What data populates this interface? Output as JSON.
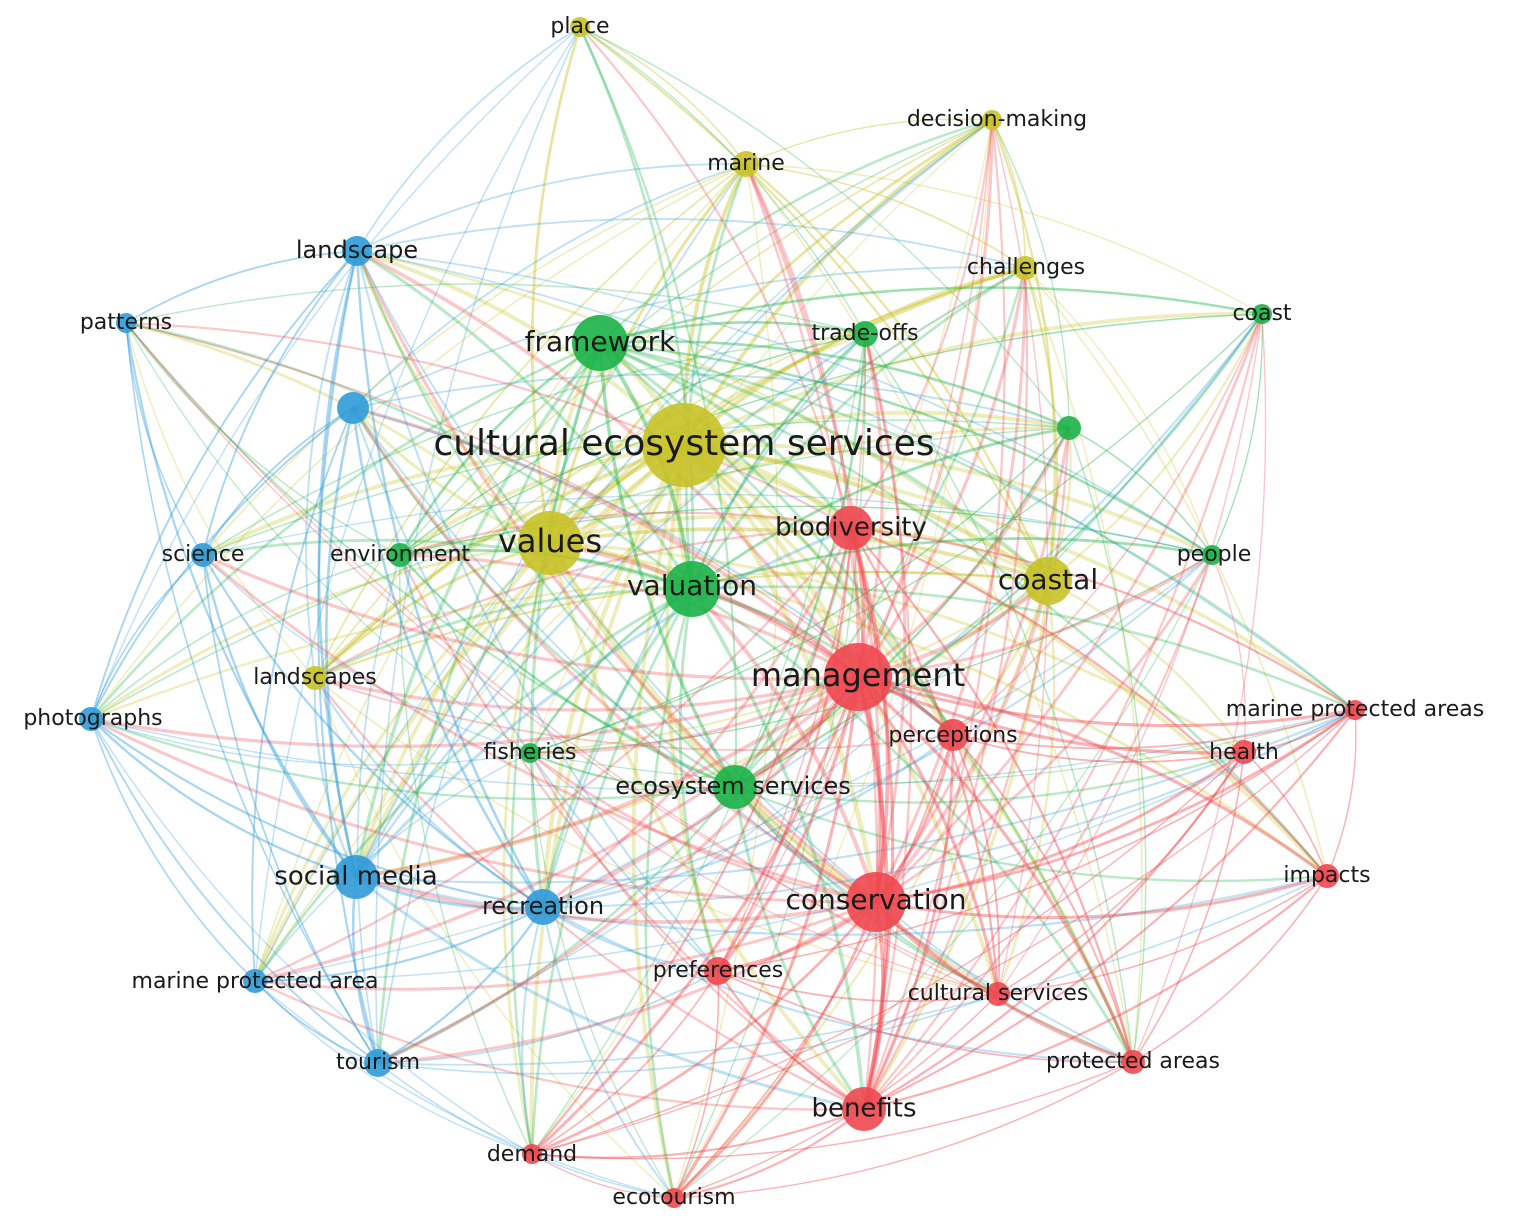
{
  "colors": {
    "red": "#f0474f",
    "green": "#1bb248",
    "blue": "#2f9bd8",
    "yellow": "#c8c227"
  },
  "nodes": [
    {
      "id": "cultural-ecosystem-services",
      "label": "cultural ecosystem services",
      "cluster": "yellow",
      "weight": 10
    },
    {
      "id": "values",
      "label": "values",
      "cluster": "yellow",
      "weight": 7
    },
    {
      "id": "coastal",
      "label": "coastal",
      "cluster": "yellow",
      "weight": 5
    },
    {
      "id": "place",
      "label": "place",
      "cluster": "yellow",
      "weight": 2
    },
    {
      "id": "decision-making",
      "label": "decision-making",
      "cluster": "yellow",
      "weight": 2
    },
    {
      "id": "marine",
      "label": "marine",
      "cluster": "yellow",
      "weight": 2.5
    },
    {
      "id": "challenges",
      "label": "challenges",
      "cluster": "yellow",
      "weight": 2.5
    },
    {
      "id": "landscapes",
      "label": "landscapes",
      "cluster": "yellow",
      "weight": 2.5
    },
    {
      "id": "framework",
      "label": "framework",
      "cluster": "green",
      "weight": 6
    },
    {
      "id": "trade-offs",
      "label": "trade-offs",
      "cluster": "green",
      "weight": 2.5
    },
    {
      "id": "coast",
      "label": "coast",
      "cluster": "green",
      "weight": 2
    },
    {
      "id": "green-unlabeled",
      "label": "",
      "cluster": "green",
      "weight": 2.5
    },
    {
      "id": "people",
      "label": "people",
      "cluster": "green",
      "weight": 2
    },
    {
      "id": "environment",
      "label": "environment",
      "cluster": "green",
      "weight": 2.5
    },
    {
      "id": "valuation",
      "label": "valuation",
      "cluster": "green",
      "weight": 6.5
    },
    {
      "id": "fisheries",
      "label": "fisheries",
      "cluster": "green",
      "weight": 2
    },
    {
      "id": "ecosystem-services",
      "label": "ecosystem services",
      "cluster": "green",
      "weight": 5
    },
    {
      "id": "landscape",
      "label": "landscape",
      "cluster": "blue",
      "weight": 3.5
    },
    {
      "id": "patterns",
      "label": "patterns",
      "cluster": "blue",
      "weight": 2
    },
    {
      "id": "blue-unlabeled",
      "label": "",
      "cluster": "blue",
      "weight": 3.5
    },
    {
      "id": "science",
      "label": "science",
      "cluster": "blue",
      "weight": 2.5
    },
    {
      "id": "photographs",
      "label": "photographs",
      "cluster": "blue",
      "weight": 2.5
    },
    {
      "id": "social-media",
      "label": "social media",
      "cluster": "blue",
      "weight": 5
    },
    {
      "id": "recreation",
      "label": "recreation",
      "cluster": "blue",
      "weight": 4.5
    },
    {
      "id": "marine-protected-area",
      "label": "marine protected area",
      "cluster": "blue",
      "weight": 2.5
    },
    {
      "id": "tourism",
      "label": "tourism",
      "cluster": "blue",
      "weight": 3
    },
    {
      "id": "biodiversity",
      "label": "biodiversity",
      "cluster": "red",
      "weight": 5
    },
    {
      "id": "management",
      "label": "management",
      "cluster": "red",
      "weight": 8
    },
    {
      "id": "perceptions",
      "label": "perceptions",
      "cluster": "red",
      "weight": 3.5
    },
    {
      "id": "marine-protected-areas",
      "label": "marine protected areas",
      "cluster": "red",
      "weight": 2
    },
    {
      "id": "health",
      "label": "health",
      "cluster": "red",
      "weight": 2.5
    },
    {
      "id": "impacts",
      "label": "impacts",
      "cluster": "red",
      "weight": 2.5
    },
    {
      "id": "conservation",
      "label": "conservation",
      "cluster": "red",
      "weight": 7
    },
    {
      "id": "preferences",
      "label": "preferences",
      "cluster": "red",
      "weight": 3
    },
    {
      "id": "cultural-services",
      "label": "cultural services",
      "cluster": "red",
      "weight": 2.5
    },
    {
      "id": "protected-areas",
      "label": "protected areas",
      "cluster": "red",
      "weight": 2.5
    },
    {
      "id": "benefits",
      "label": "benefits",
      "cluster": "red",
      "weight": 5
    },
    {
      "id": "demand",
      "label": "demand",
      "cluster": "red",
      "weight": 2
    },
    {
      "id": "ecotourism",
      "label": "ecotourism",
      "cluster": "red",
      "weight": 2
    }
  ]
}
